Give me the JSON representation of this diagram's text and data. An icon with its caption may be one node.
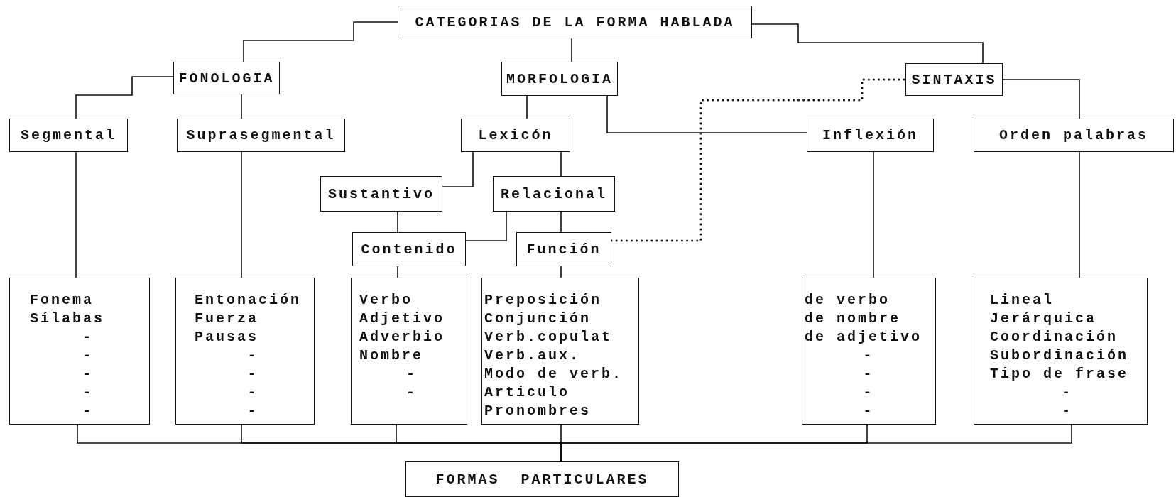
{
  "diagram": {
    "nodes": [
      {
        "text": [
          "CATEGORIAS DE LA FORMA HABLADA"
        ]
      },
      {
        "text": [
          "FONOLOGIA"
        ]
      },
      {
        "text": [
          "MORFOLOGIA"
        ]
      },
      {
        "text": [
          "SINTAXIS"
        ]
      },
      {
        "text": [
          "Segmental"
        ]
      },
      {
        "text": [
          "Suprasegmental"
        ]
      },
      {
        "text": [
          "Lexicón"
        ]
      },
      {
        "text": [
          "Inflexión"
        ]
      },
      {
        "text": [
          "Orden palabras"
        ]
      },
      {
        "text": [
          "Sustantivo"
        ]
      },
      {
        "text": [
          "Relacional"
        ]
      },
      {
        "text": [
          "Contenido"
        ]
      },
      {
        "text": [
          "Función"
        ]
      },
      {
        "text": [
          "Fonema",
          "Sílabas",
          "-",
          "-",
          "-",
          "-",
          "-"
        ]
      },
      {
        "text": [
          "Entonación",
          "Fuerza",
          "Pausas",
          "-",
          "-",
          "-",
          "-"
        ]
      },
      {
        "text": [
          "Verbo",
          "Adjetivo",
          "Adverbio",
          "Nombre",
          "-",
          "-"
        ]
      },
      {
        "text": [
          "Preposición",
          "Conjunción",
          "Verb.copulat",
          "Verb.aux.",
          "Modo de verb.",
          "Articulo",
          "Pronombres"
        ]
      },
      {
        "text": [
          "de verbo",
          "de nombre",
          "de adjetivo",
          "-",
          "-",
          "-",
          "-"
        ]
      },
      {
        "text": [
          "Lineal",
          "Jerárquica",
          "Coordinación",
          "Subordinación",
          "Tipo de frase",
          "-",
          "-"
        ]
      },
      {
        "text": [
          "FORMAS  PARTICULARES"
        ]
      }
    ],
    "edges": [
      {
        "from": 0,
        "to": 1,
        "arrow": "none"
      },
      {
        "from": 0,
        "to": 2,
        "arrow": "none"
      },
      {
        "from": 0,
        "to": 3,
        "arrow": "none"
      },
      {
        "from": 1,
        "to": 4,
        "arrow": "none"
      },
      {
        "from": 1,
        "to": 5,
        "arrow": "none"
      },
      {
        "from": 2,
        "to": 6,
        "arrow": "none"
      },
      {
        "from": 2,
        "to": 7,
        "arrow": "none"
      },
      {
        "from": 3,
        "to": 8,
        "arrow": "none"
      },
      {
        "from": 6,
        "to": 9,
        "arrow": "none"
      },
      {
        "from": 6,
        "to": 10,
        "arrow": "none"
      },
      {
        "from": 9,
        "to": 11,
        "arrow": "none"
      },
      {
        "from": 10,
        "to": 11,
        "arrow": "none"
      },
      {
        "from": 10,
        "to": 12,
        "arrow": "none"
      },
      {
        "from": 12,
        "to": 3,
        "arrow": "none",
        "style": "dashed"
      },
      {
        "from": 4,
        "to": 13,
        "arrow": "none"
      },
      {
        "from": 5,
        "to": 14,
        "arrow": "none"
      },
      {
        "from": 11,
        "to": 15,
        "arrow": "none"
      },
      {
        "from": 12,
        "to": 16,
        "arrow": "none"
      },
      {
        "from": 7,
        "to": 17,
        "arrow": "none"
      },
      {
        "from": 8,
        "to": 18,
        "arrow": "none"
      },
      {
        "from": 13,
        "to": 19,
        "arrow": "none"
      },
      {
        "from": 14,
        "to": 19,
        "arrow": "none"
      },
      {
        "from": 15,
        "to": 19,
        "arrow": "none"
      },
      {
        "from": 16,
        "to": 19,
        "arrow": "none"
      },
      {
        "from": 17,
        "to": 19,
        "arrow": "none"
      },
      {
        "from": 18,
        "to": 19,
        "arrow": "none"
      }
    ]
  }
}
